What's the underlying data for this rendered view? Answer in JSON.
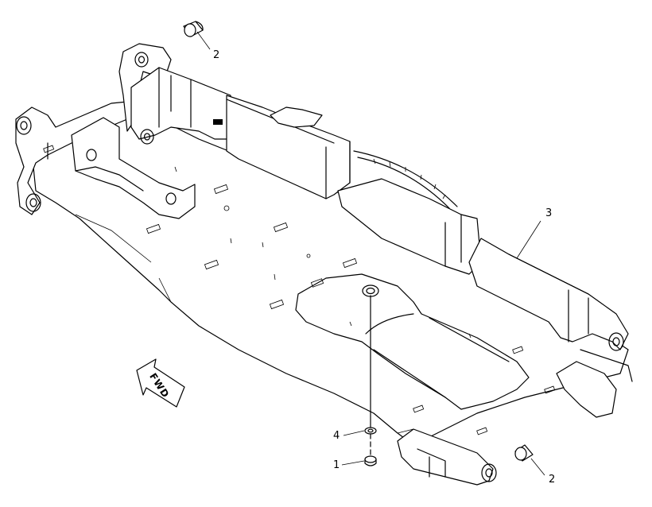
{
  "diagram": {
    "callouts": {
      "c1": "1",
      "c2_top": "2",
      "c2_bottom": "2",
      "c3": "3",
      "c4": "4"
    },
    "forward_arrow_text": "FWD"
  }
}
